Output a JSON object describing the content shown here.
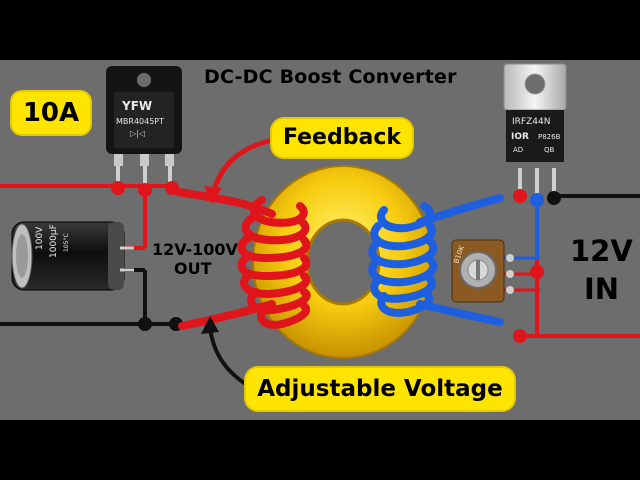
{
  "title": "DC-DC Boost Converter",
  "labels": {
    "current": "10A",
    "feedback": "Feedback",
    "adjustable": "Adjustable Voltage",
    "out_line1": "12V-100V",
    "out_line2": "OUT",
    "in_line1": "12V",
    "in_line2": "IN"
  },
  "components": {
    "diode_brand": "YFW",
    "diode_part": "MBR4045PT",
    "mosfet_part": "IRFZ44N",
    "mosfet_brand": "IOR",
    "mosfet_code1": "P826B",
    "mosfet_code2": "AD",
    "mosfet_code3": "QB",
    "capacitor_voltage": "100V",
    "capacitor_value": "1000µF",
    "capacitor_temp": "105°C",
    "pot_value": "B10K"
  },
  "colors": {
    "background": "#6d6d6d",
    "frame": "#000000",
    "label_fill": "#ffe400",
    "wire_red": "#e0151b",
    "wire_blue": "#1e5fe0",
    "toroid": "#f7cc10"
  }
}
